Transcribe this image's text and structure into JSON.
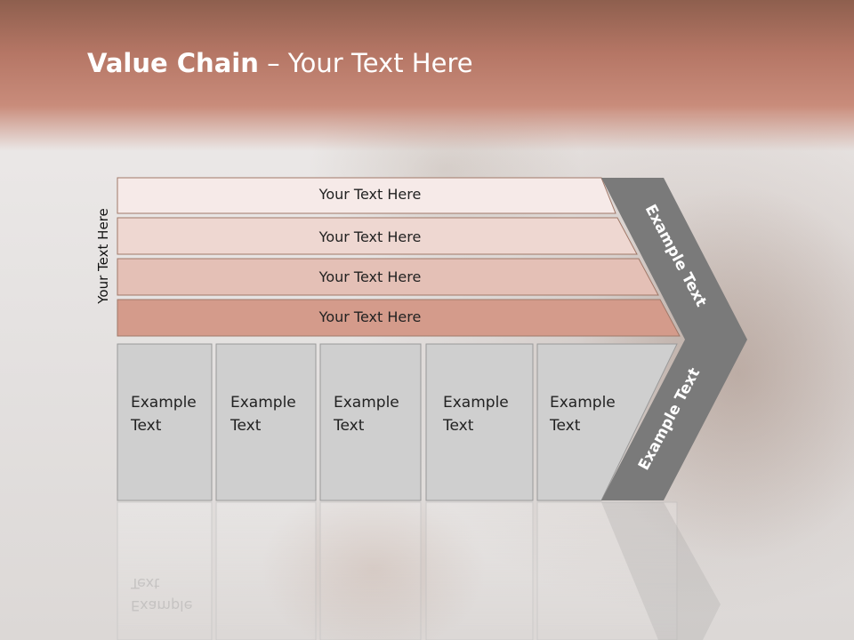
{
  "title": {
    "bold": "Value Chain",
    "rest": " – Your Text Here"
  },
  "side_label": "Your Text Here",
  "bands": [
    {
      "label": "Your Text Here",
      "fill": "#f6eae8"
    },
    {
      "label": "Your Text Here",
      "fill": "#eed7d1"
    },
    {
      "label": "Your Text Here",
      "fill": "#e4c0b6"
    },
    {
      "label": "Your Text Here",
      "fill": "#d49b8b"
    }
  ],
  "boxes": [
    {
      "line1": "Example",
      "line2": "Text"
    },
    {
      "line1": "Example",
      "line2": "Text"
    },
    {
      "line1": "Example",
      "line2": "Text"
    },
    {
      "line1": "Example",
      "line2": "Text"
    },
    {
      "line1": "Example",
      "line2": "Text"
    }
  ],
  "chevron": {
    "upper_label": "Example Text",
    "lower_label": "Example Text",
    "fill": "#7a7a7a"
  },
  "colors": {
    "header": "#b57665",
    "box_fill": "#cfcfcf",
    "box_stroke": "#9a9a9a"
  }
}
